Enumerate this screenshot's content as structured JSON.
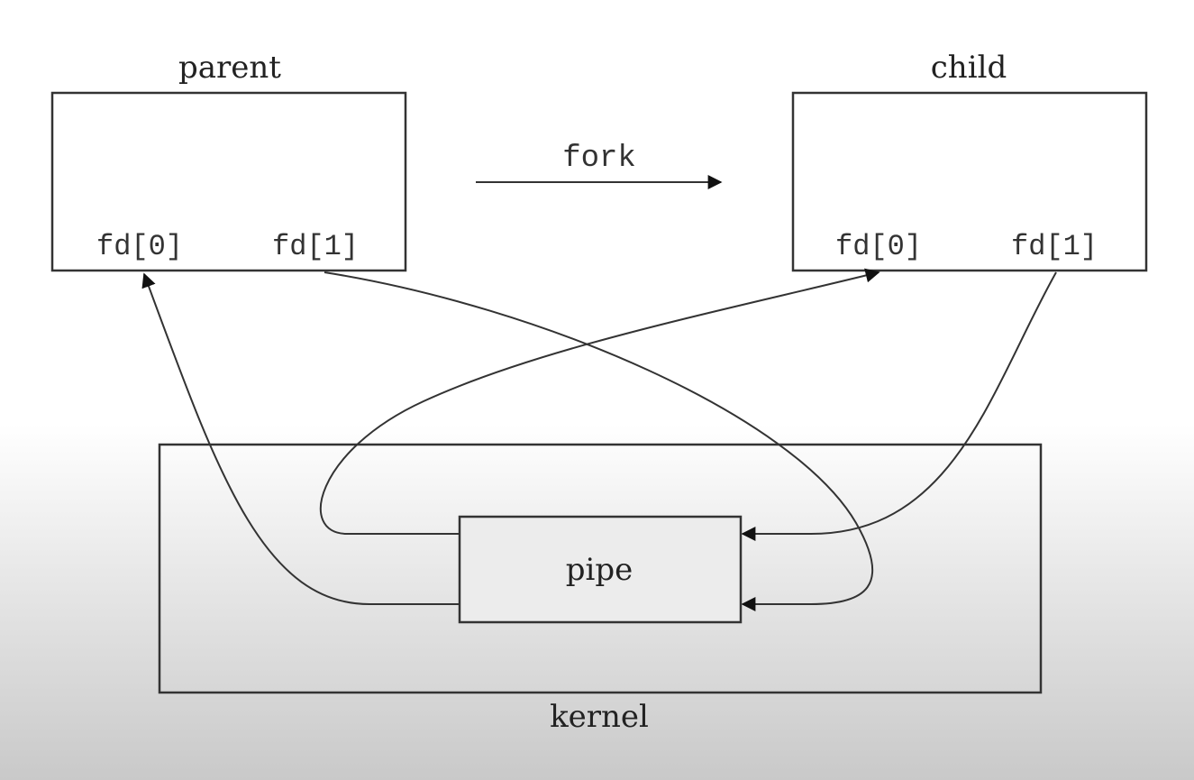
{
  "diagram": {
    "parent": {
      "label": "parent",
      "fd0": "fd[0]",
      "fd1": "fd[1]"
    },
    "child": {
      "label": "child",
      "fd0": "fd[0]",
      "fd1": "fd[1]"
    },
    "fork_label": "fork",
    "kernel_label": "kernel",
    "pipe_label": "pipe"
  }
}
